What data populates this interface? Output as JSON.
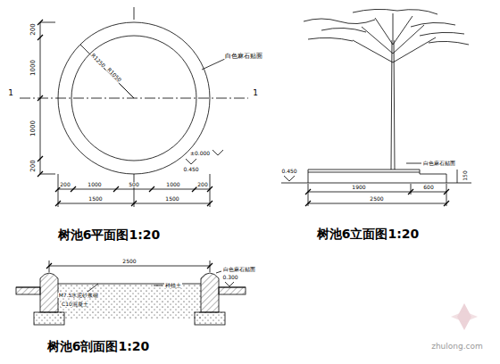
{
  "diagram": {
    "labels": [
      "200",
      "1000",
      "1000",
      "200",
      "1",
      "1",
      "R1250",
      "R1050",
      "白色麻石贴面",
      "±0.000",
      "0.450",
      "200",
      "1000",
      "500",
      "1000",
      "200",
      "1500",
      "1500",
      "树池6平面图1:20",
      "白色麻石贴面",
      "0.450",
      "150",
      "1900",
      "600",
      "2500",
      "树池6立面图1:20",
      "2500",
      "白色麻石贴面",
      "M7.5水泥砂浆砌",
      "C10混凝土",
      "种植土",
      "0.300",
      "树池6剖面图1:20",
      "zhulong.com"
    ]
  }
}
